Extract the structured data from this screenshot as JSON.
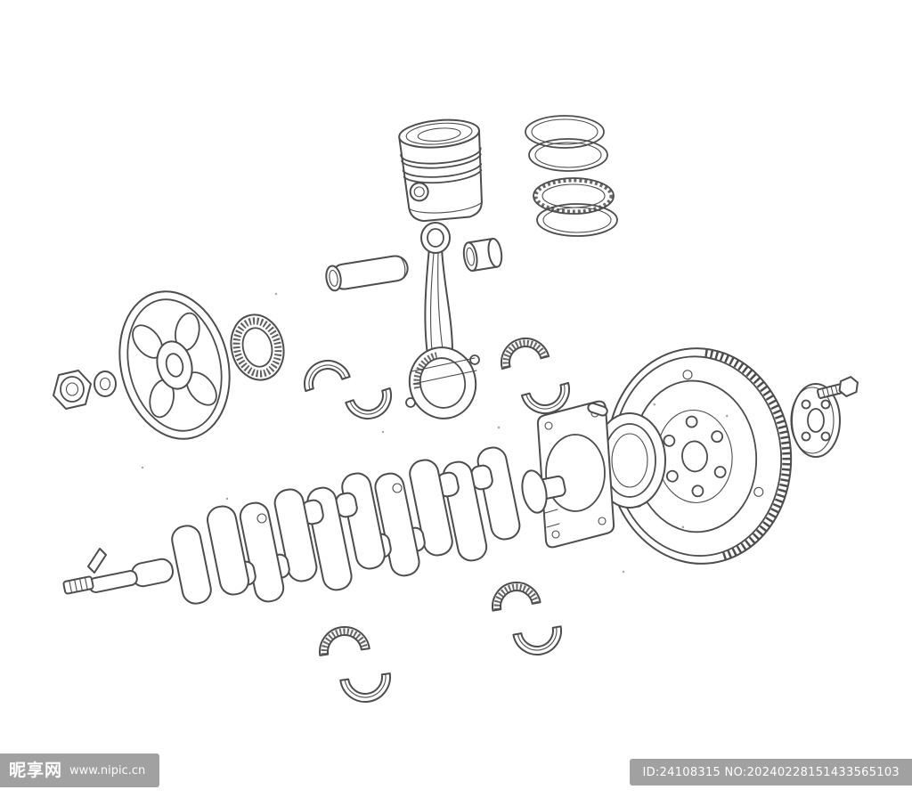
{
  "artwork": {
    "type": "exploded-view line illustration",
    "subject": "engine crankshaft, piston, connecting rod and flywheel assembly",
    "background_color": "#ffffff",
    "line_color": "#4d4d4d",
    "parts": [
      "piston",
      "piston-rings",
      "piston-pin",
      "small-end-bushing",
      "connecting-rod",
      "crank-pulley",
      "front-oil-seal",
      "washer",
      "hex-nut",
      "main-bearing-shells-upper",
      "rod-bearing-shells",
      "crankshaft",
      "rear-main-seal",
      "seal-retainer-plate",
      "woodruff-key",
      "flywheel",
      "output-flange",
      "flange-bolt",
      "rod-bearing-shells-lower",
      "main-bearing-shells-lower"
    ]
  },
  "watermarks": {
    "bar_color": "rgba(125,125,125,0.72)",
    "text_color": "#ffffff",
    "left": {
      "logo_text": "昵享网",
      "site_text": "www.nipic.cn"
    },
    "right": {
      "id_text": "ID:24108315 NO:20240228151433565103"
    }
  }
}
